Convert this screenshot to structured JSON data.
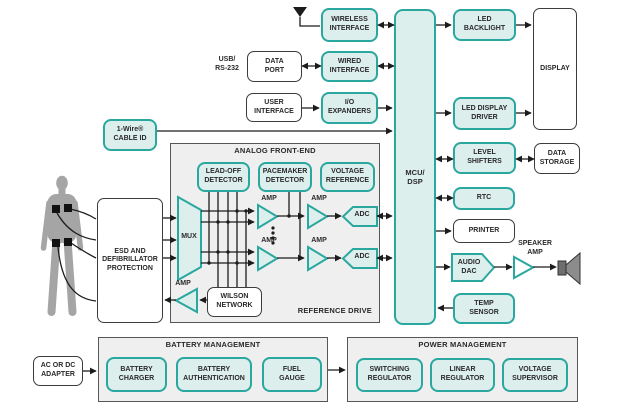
{
  "colors": {
    "teal_border": "#2aa79f",
    "teal_fill": "#ddefed",
    "dark_border": "#3c3c3c",
    "container_fill": "#efefef",
    "line": "#1c1c1c",
    "body_gray": "#a5a5a5",
    "speaker_gray": "#8c8c8c"
  },
  "blocks": {
    "usb_label": "USB/\nRS-232",
    "data_port": "DATA\nPORT",
    "wireless_interface": "WIRELESS\nINTERFACE",
    "wired_interface": "WIRED\nINTERFACE",
    "user_interface": "USER\nINTERFACE",
    "io_expanders": "I/O\nEXPANDERS",
    "one_wire_cable_id": "1-Wire®\nCABLE ID",
    "mcu_dsp": "MCU/\nDSP",
    "led_backlight": "LED\nBACKLIGHT",
    "display": "DISPLAY",
    "led_display_driver": "LED DISPLAY\nDRIVER",
    "level_shifters": "LEVEL\nSHIFTERS",
    "data_storage": "DATA\nSTORAGE",
    "rtc": "RTC",
    "printer": "PRINTER",
    "audio_dac": "AUDIO\nDAC",
    "speaker_amp": "SPEAKER\nAMP",
    "temp_sensor": "TEMP\nSENSOR",
    "lead_off_detector": "LEAD-OFF\nDETECTOR",
    "pacemaker_detector": "PACEMAKER\nDETECTOR",
    "voltage_reference": "VOLTAGE\nREFERENCE",
    "mux": "MUX",
    "amp": "AMP",
    "adc": "ADC",
    "wilson_network": "WILSON\nNETWORK",
    "esd_protection": "ESD AND\nDEFIBRILLATOR\nPROTECTION",
    "ac_or_dc_adapter": "AC OR DC\nADAPTER",
    "battery_charger": "BATTERY\nCHARGER",
    "battery_authentication": "BATTERY\nAUTHENTICATION",
    "fuel_gauge": "FUEL\nGAUGE",
    "switching_regulator": "SWITCHING\nREGULATOR",
    "linear_regulator": "LINEAR\nREGULATOR",
    "voltage_supervisor": "VOLTAGE\nSUPERVISOR"
  },
  "sections": {
    "analog_front_end": "ANALOG FRONT-END",
    "reference_drive": "REFERENCE DRIVE",
    "battery_management": "BATTERY MANAGEMENT",
    "power_management": "POWER MANAGEMENT"
  }
}
